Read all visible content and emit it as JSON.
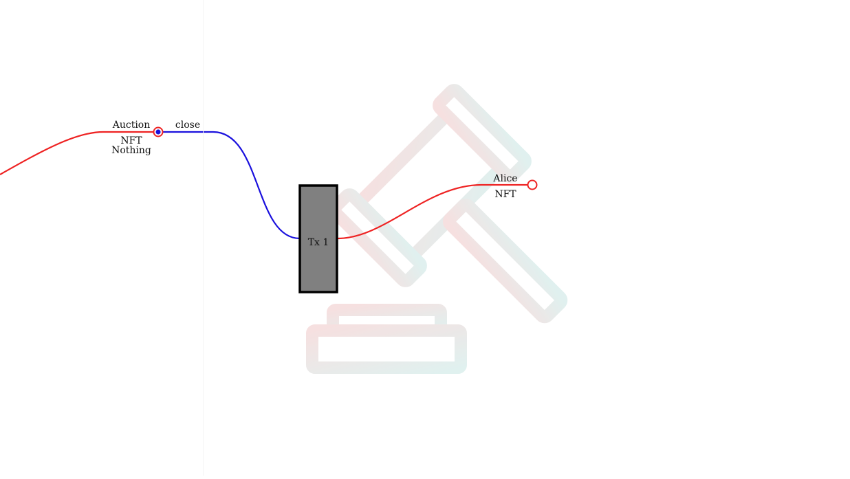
{
  "diagram": {
    "input_output": {
      "owner": "Auction",
      "token": "NFT",
      "datum": "Nothing",
      "redeemer": "close"
    },
    "transaction": {
      "label": "Tx 1"
    },
    "result_output": {
      "owner": "Alice",
      "token": "NFT"
    },
    "watermark_icon": "gavel-icon",
    "colors": {
      "ada_flow": "#ee2222",
      "redeemer_flow": "#1a10dd",
      "tx_fill": "#808080",
      "tx_border": "#000000"
    }
  }
}
